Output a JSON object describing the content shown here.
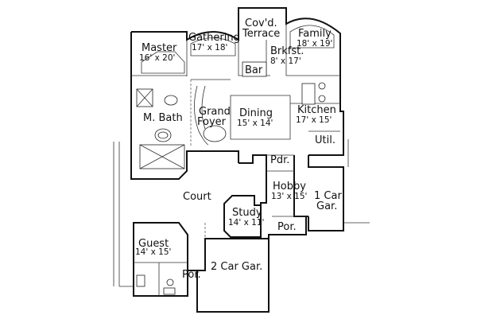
{
  "rooms": {
    "master": {
      "name": "Master",
      "size": "16' x 20'"
    },
    "gathering": {
      "name": "Gathering",
      "size": "17' x 18'"
    },
    "terrace": {
      "name": "Cov'd.",
      "name2": "Terrace"
    },
    "family": {
      "name": "Family",
      "size": "18' x 19'"
    },
    "breakfast": {
      "name": "Brkfst.",
      "size": "8' x 17'"
    },
    "bar": {
      "name": "Bar"
    },
    "master_bath": {
      "name": "M. Bath"
    },
    "grand_foyer": {
      "name": "Grand",
      "name2": "Foyer"
    },
    "dining": {
      "name": "Dining",
      "size": "15' x 14'"
    },
    "kitchen": {
      "name": "Kitchen",
      "size": "17' x 15'"
    },
    "utility": {
      "name": "Util."
    },
    "powder": {
      "name": "Pdr."
    },
    "hobby": {
      "name": "Hobby",
      "size": "13' x 15'"
    },
    "one_car_garage": {
      "name": "1 Car",
      "name2": "Gar."
    },
    "court": {
      "name": "Court"
    },
    "study": {
      "name": "Study",
      "size": "14' x 11'"
    },
    "porch_right": {
      "name": "Por."
    },
    "guest": {
      "name": "Guest",
      "size": "14' x 15'"
    },
    "two_car_garage": {
      "name": "2 Car Gar."
    },
    "porch_left": {
      "name": "Por."
    }
  }
}
